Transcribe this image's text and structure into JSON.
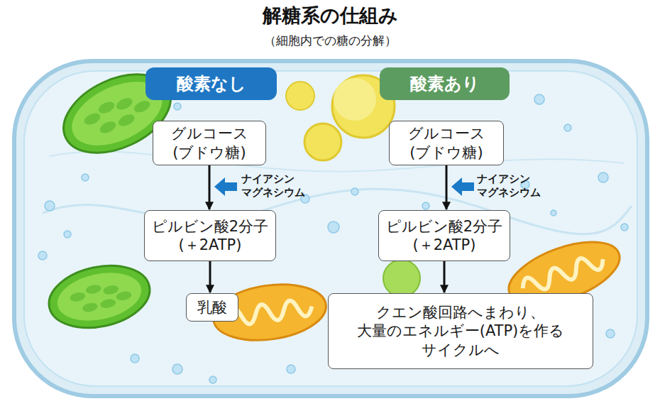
{
  "diagram": {
    "title": "解糖系の仕組み",
    "nodes": [
      {
        "text": [
          "酸素なし"
        ]
      },
      {
        "text": [
          "酸素あり"
        ]
      },
      {
        "text": [
          "グルコース (ブドウ糖)"
        ]
      },
      {
        "text": [
          "ピルビン酸2分子 (＋2ATP)"
        ]
      },
      {
        "text": [
          "乳酸"
        ]
      },
      {
        "text": [
          "グルコース (ブドウ糖)"
        ]
      },
      {
        "text": [
          "ピルビン酸2分子 (＋2ATP)"
        ]
      },
      {
        "text": [
          "クエン酸回路へまわり、 大量のエネルギー(ATP)を作る サイクルへ"
        ]
      }
    ],
    "edges": [
      {
        "from": 2,
        "to": 3,
        "arrow": "to"
      },
      {
        "from": 3,
        "to": 4,
        "arrow": "to"
      },
      {
        "from": 5,
        "to": 6,
        "arrow": "to"
      },
      {
        "from": 6,
        "to": 7,
        "arrow": "to"
      }
    ],
    "labels": [
      "（細胞内での糖の分解）",
      "ナイアシン マグネシウム",
      "ナイアシン マグネシウム"
    ]
  }
}
